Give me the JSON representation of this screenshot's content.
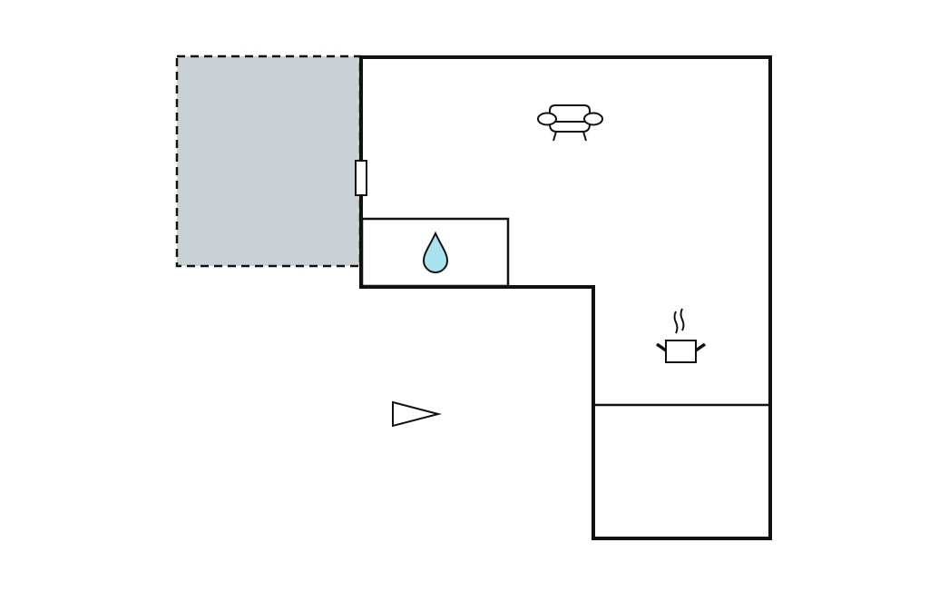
{
  "plan": {
    "colors": {
      "terrace_fill": "#c9d1d4",
      "wall": "#111111",
      "water_drop": "#a9e3f0",
      "background": "#ffffff"
    },
    "icons": [
      "sofa-icon",
      "water-drop-icon",
      "cooking-pot-icon",
      "entrance-arrow-icon"
    ],
    "rooms": [
      "terrace",
      "living-room",
      "bathroom",
      "kitchen",
      "room"
    ]
  }
}
